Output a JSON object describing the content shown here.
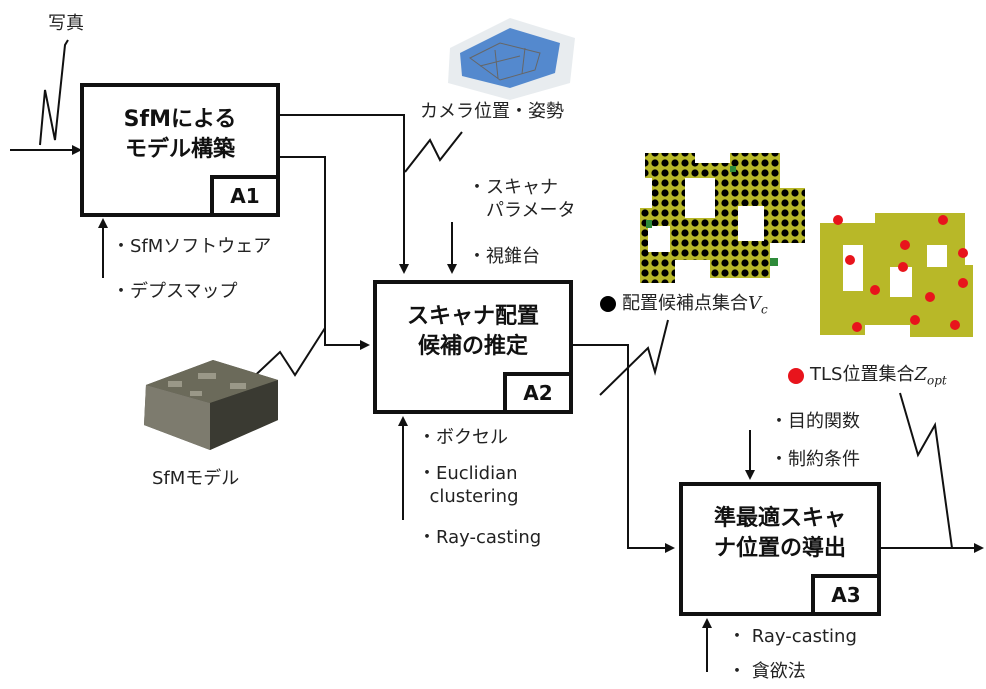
{
  "inputs": {
    "photo": "写真",
    "camera_pose": "カメラ位置・姿勢",
    "sfm_model": "SfMモデル"
  },
  "box_a1": {
    "title": "SfMによる\nモデル構築",
    "tag": "A1"
  },
  "box_a2": {
    "title": "スキャナ配置\n候補の推定",
    "tag": "A2"
  },
  "box_a3": {
    "title": "準最適スキャ\nナ位置の導出",
    "tag": "A3"
  },
  "a1_mechanisms": [
    "・SfMソフトウェア",
    "・デプスマップ"
  ],
  "a2_controls": [
    "・スキャナ\n　パラメータ",
    "・視錐台"
  ],
  "a2_mechanisms": [
    "・ボクセル",
    "・Euclidian\n  clustering",
    "・Ray-casting"
  ],
  "a3_controls": [
    "・目的関数",
    "・制約条件"
  ],
  "a3_mechanisms": [
    "・ Ray-casting",
    "・ 貪欲法"
  ],
  "outputs": {
    "candidates": "配置候補点集合",
    "candidates_sym": "V",
    "candidates_sub": "c",
    "tls": "TLS位置集合",
    "tls_sym": "Z",
    "tls_sub": "opt"
  },
  "colors": {
    "candidate_dot": "#000000",
    "tls_dot": "#e8141c",
    "map_fill": "#b8b828",
    "pointcloud_blue": "#3a78c8"
  },
  "icons": [
    "photo-input-zigzag",
    "camera-pose-pointcloud",
    "sfm-model-pointcloud",
    "candidate-points-map",
    "tls-positions-map"
  ]
}
